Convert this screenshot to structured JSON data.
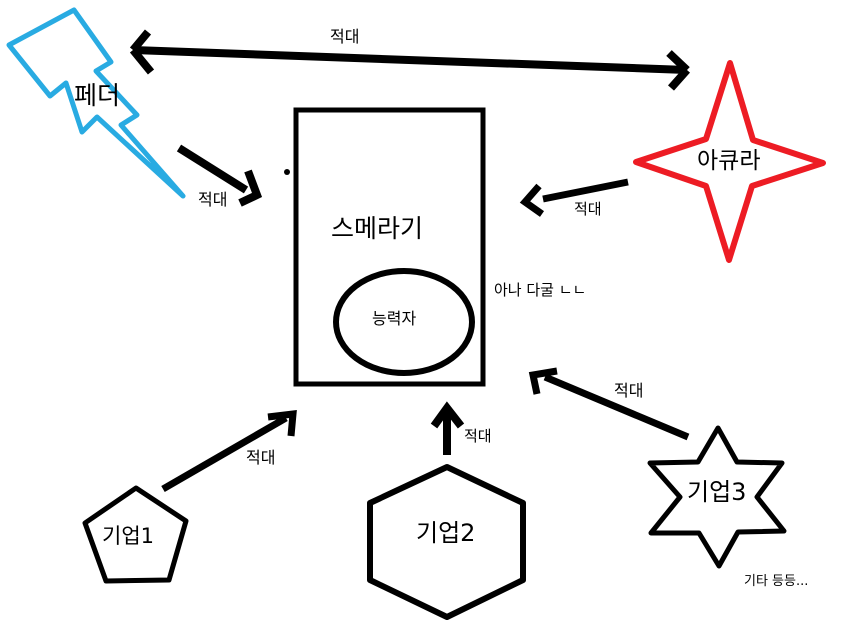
{
  "colors": {
    "ink": "#000000",
    "bolt_blue": "#29ABE2",
    "star_red": "#ED1C24",
    "background": "#FFFFFF"
  },
  "nodes": {
    "feather": {
      "label": "페더",
      "shape": "lightning-bolt"
    },
    "acura": {
      "label": "아큐라",
      "shape": "four-point-star"
    },
    "sumeragi": {
      "label": "스메라기",
      "shape": "rectangle"
    },
    "ability": {
      "label": "능력자",
      "shape": "ellipse"
    },
    "company1": {
      "label": "기업1",
      "shape": "pentagon"
    },
    "company2": {
      "label": "기업2",
      "shape": "hexagon"
    },
    "company3": {
      "label": "기업3",
      "shape": "six-point-star"
    }
  },
  "annotations": {
    "hostility_top": "적대",
    "hostility_feather": "적대",
    "hostility_acura": "적대",
    "hostility_company1": "적대",
    "hostility_company2": "적대",
    "hostility_company3": "적대",
    "dogpile_note": "아나 다굴 ㄴㄴ",
    "etc_note": "기타 등등..."
  }
}
